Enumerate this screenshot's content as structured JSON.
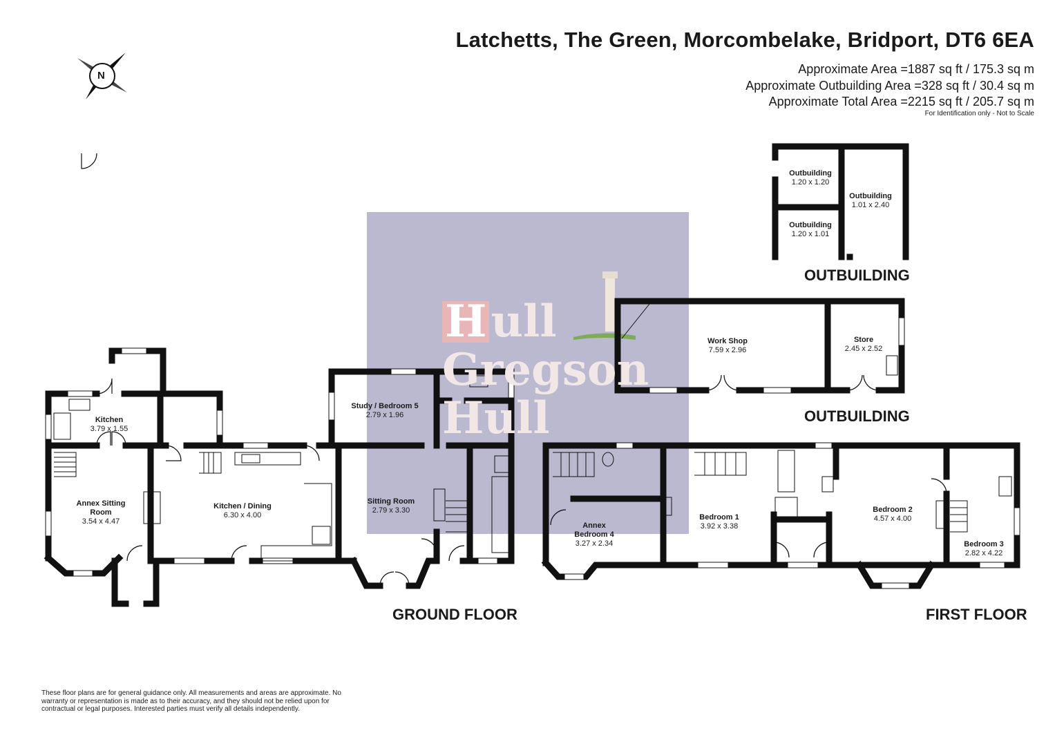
{
  "header": {
    "title": "Latchetts, The Green, Morcombelake, Bridport, DT6 6EA",
    "area_lines": [
      "Approximate Area =1887 sq ft / 175.3 sq m",
      "Approximate Outbuilding Area =328 sq ft / 30.4 sq m",
      "Approximate Total Area =2215 sq ft / 205.7 sq m"
    ],
    "note": "For Identification only - Not to Scale"
  },
  "compass": {
    "label": "N"
  },
  "watermark": {
    "line1": "Hull",
    "line2": "Gregson",
    "line3": "Hull",
    "bg_color": "#bab9cf",
    "accent_color": "#e9b6b8"
  },
  "floors": {
    "ground": "GROUND FLOOR",
    "first": "FIRST FLOOR",
    "outbuilding_small": "OUTBUILDING",
    "outbuilding_large": "OUTBUILDING"
  },
  "rooms": {
    "out_a": {
      "name": "Outbuilding",
      "dim": "1.20 x 1.20"
    },
    "out_b": {
      "name": "Outbuilding",
      "dim": "1.01 x 2.40"
    },
    "out_c": {
      "name": "Outbuilding",
      "dim": "1.20 x 1.01"
    },
    "workshop": {
      "name": "Work Shop",
      "dim": "7.59 x 2.96"
    },
    "store": {
      "name": "Store",
      "dim": "2.45 x 2.52"
    },
    "kitchen": {
      "name": "Kitchen",
      "dim": "3.79 x 1.55"
    },
    "annex_sitting": {
      "name": "Annex Sitting Room",
      "dim": "3.54 x 4.47"
    },
    "kitchen_dining": {
      "name": "Kitchen / Dining",
      "dim": "6.30 x 4.00"
    },
    "study": {
      "name": "Study / Bedroom 5",
      "dim": "2.79 x 1.96"
    },
    "sitting": {
      "name": "Sitting Room",
      "dim": "2.79 x 3.30"
    },
    "annex_bed4": {
      "name": "Annex Bedroom 4",
      "dim": "3.27 x 2.34"
    },
    "bed1": {
      "name": "Bedroom 1",
      "dim": "3.92 x 3.38"
    },
    "bed2": {
      "name": "Bedroom 2",
      "dim": "4.57 x 4.00"
    },
    "bed3": {
      "name": "Bedroom 3",
      "dim": "2.82 x 4.22"
    }
  },
  "disclaimer": "These floor plans are for general guidance only. All measurements and areas are approximate. No warranty or representation is made as to their accuracy, and they should not be relied upon for contractual or legal purposes. Interested parties must verify all details independently.",
  "colors": {
    "wall": "#111111"
  }
}
